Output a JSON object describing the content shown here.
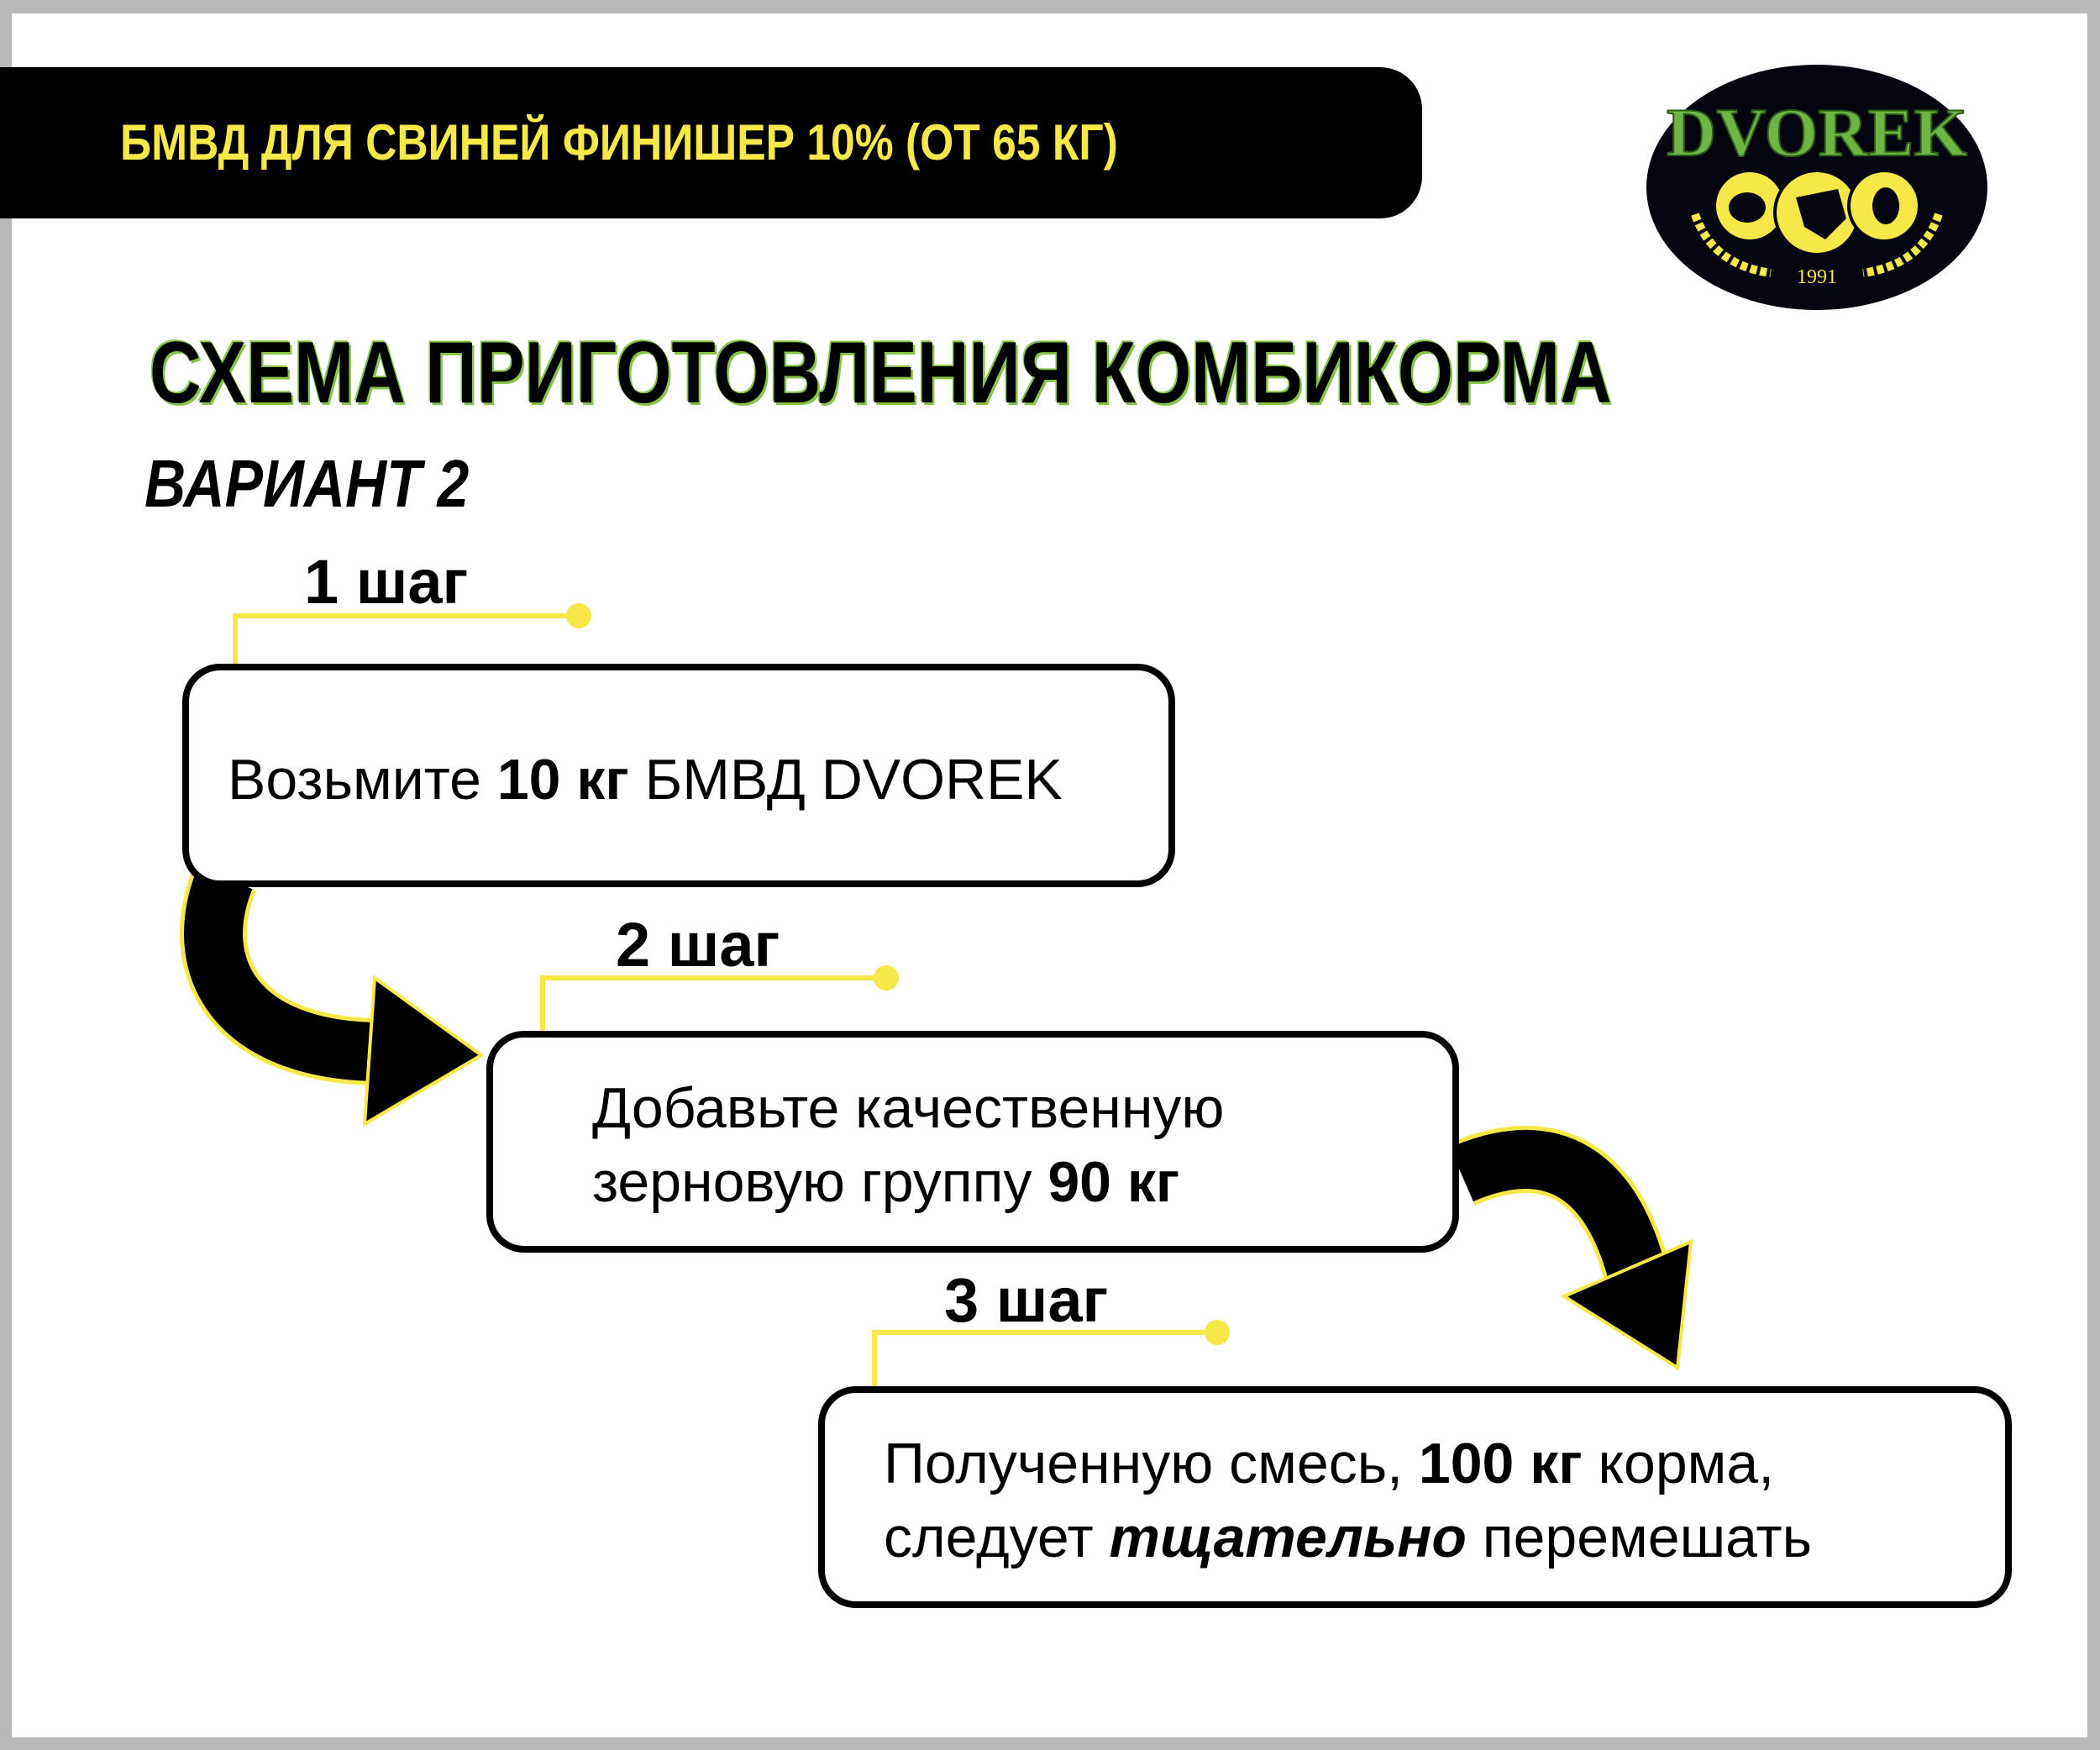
{
  "header": {
    "title": "БМВД ДЛЯ СВИНЕЙ ФИНИШЕР 10% (ОТ 65 КГ)"
  },
  "logo": {
    "brand": "DVOREK",
    "year": "1991"
  },
  "heading": {
    "title": "СХЕМА ПРИГОТОВЛЕНИЯ КОМБИКОРМА",
    "variant": "ВАРИАНТ 2"
  },
  "steps": [
    {
      "label": "1 шаг",
      "text_normal": "Возьмите ",
      "text_bold": "10 кг",
      "text_rest": " БМВД DVOREK"
    },
    {
      "label": "2 шаг",
      "line1": "Добавьте качественную",
      "line2_normal": "зерновую группу ",
      "line2_bold": "90 кг"
    },
    {
      "label": "3 шаг",
      "line1_normal": "Полученную смесь, ",
      "line1_bold": "100 кг",
      "line1_rest": " корма,",
      "line2_normal": "следует ",
      "line2_italic": "тщательно",
      "line2_rest": " перемешать"
    }
  ],
  "colors": {
    "accent": "#f7e84a",
    "green": "#8bc34a",
    "black": "#000000"
  }
}
